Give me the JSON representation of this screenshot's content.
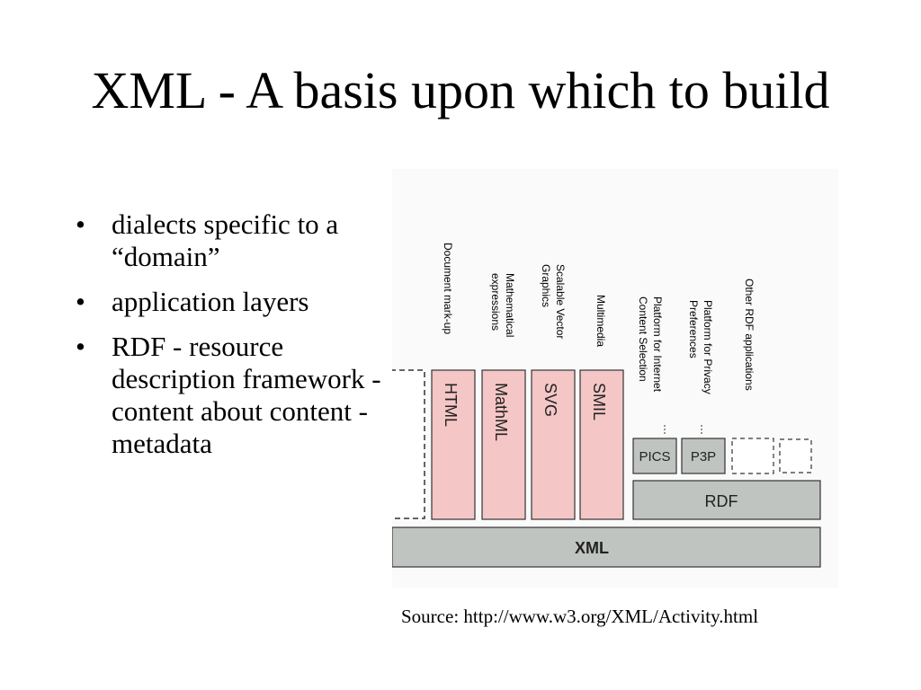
{
  "slide": {
    "title": "XML - A basis upon which to build",
    "bullets": [
      {
        "symbol": "•",
        "text": "dialects specific to a “domain”"
      },
      {
        "symbol": "•",
        "text": "application layers"
      },
      {
        "symbol": "•",
        "text": "RDF - resource description framework - content about content - metadata"
      }
    ],
    "source": "Source: http://www.w3.org/XML/Activity.html"
  },
  "diagram": {
    "labels": {
      "html": "Document mark-up",
      "mathml_1": "Mathematical",
      "mathml_2": "expressions",
      "svg_1": "Scalable Vector",
      "svg_2": "Graphics",
      "smil": "Multimedia",
      "pics_1": "Platform for Internet",
      "pics_2": "Content Selection",
      "p3p_1": "Platform for Privacy",
      "p3p_2": "Preferences",
      "other": "Other RDF applications"
    },
    "boxes": {
      "html": "HTML",
      "mathml": "MathML",
      "svg": "SVG",
      "smil": "SMIL",
      "pics": "PICS",
      "p3p": "P3P",
      "rdf": "RDF",
      "xml": "XML"
    },
    "colors": {
      "dialect_fill": "#f5c6c6",
      "layer_fill": "#c0c4c0",
      "outline": "#333333"
    }
  }
}
